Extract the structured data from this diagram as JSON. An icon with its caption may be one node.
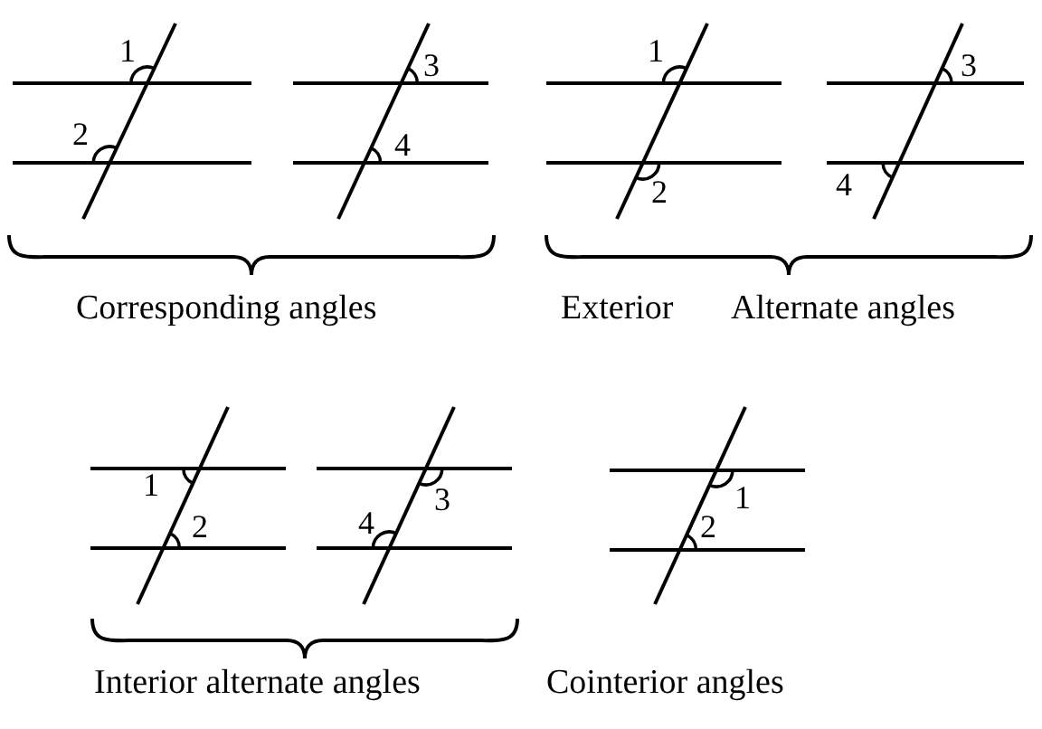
{
  "diagram": {
    "labels": [
      "1",
      "2",
      "3",
      "4",
      "Corresponding angles",
      "1",
      "2",
      "3",
      "4",
      "Exterior",
      "Alternate angles",
      "1",
      "2",
      "3",
      "4",
      "Interior alternate angles",
      "1",
      "2",
      "Cointerior angles"
    ]
  }
}
